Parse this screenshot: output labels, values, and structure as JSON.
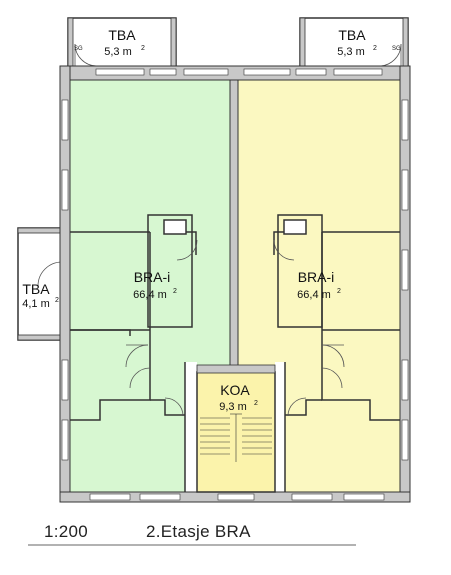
{
  "rooms": {
    "balcony_left": {
      "name": "TBA",
      "area": "5,3 m",
      "sup": "2",
      "tag": "SG"
    },
    "balcony_right": {
      "name": "TBA",
      "area": "5,3 m",
      "sup": "2",
      "tag": "SG"
    },
    "balcony_side": {
      "name": "TBA",
      "area": "4,1 m",
      "sup": "2"
    },
    "apt_left": {
      "name": "BRA-i",
      "area": "66,4 m",
      "sup": "2"
    },
    "apt_right": {
      "name": "BRA-i",
      "area": "66,4 m",
      "sup": "2"
    },
    "stair": {
      "name": "KOA",
      "area": "9,3 m",
      "sup": "2"
    }
  },
  "footer": {
    "scale": "1:200",
    "title": "2.Etasje BRA"
  },
  "colors": {
    "apt_left_fill": "#d7f7d1",
    "apt_right_fill": "#fbf8c1",
    "stair_fill": "#fbf3ab",
    "wall_fill": "#c8c8c8",
    "line": "#333333"
  }
}
